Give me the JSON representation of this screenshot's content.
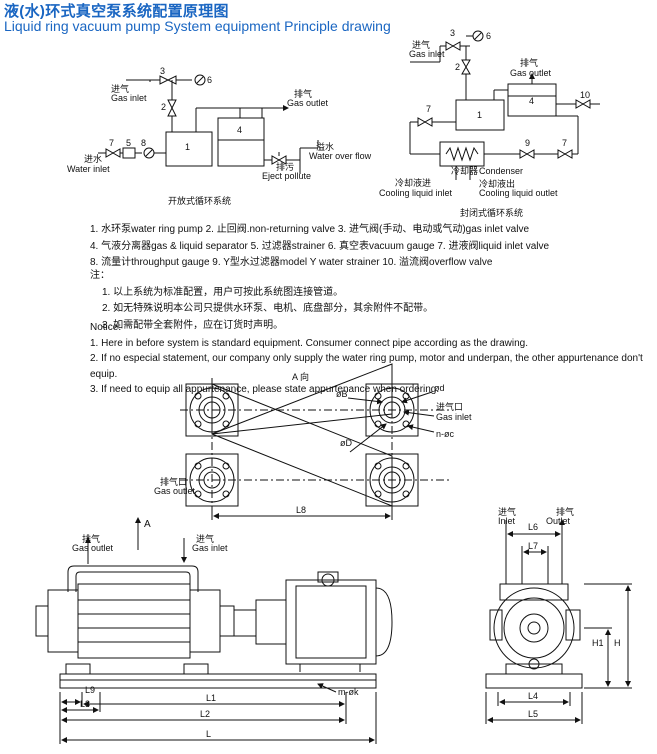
{
  "title": {
    "cn": "液(水)环式真空泵系统配置原理图",
    "en": "Liquid ring vacuum pump System equipment Principle drawing"
  },
  "open_system": {
    "caption": "开放式循环系统",
    "gas_inlet_cn": "进气",
    "gas_inlet_en": "Gas inlet",
    "gas_outlet_cn": "排气",
    "gas_outlet_en": "Gas outlet",
    "water_inlet_cn": "进水",
    "water_inlet_en": "Water inlet",
    "overflow_cn": "溢水",
    "overflow_en": "Water over flow",
    "eject_cn": "排污",
    "eject_en": "Eject pollute",
    "nums": [
      "1",
      "2",
      "3",
      "4",
      "5",
      "6",
      "7",
      "8"
    ]
  },
  "closed_system": {
    "caption": "封闭式循环系统",
    "gas_inlet_cn": "进气",
    "gas_inlet_en": "Gas inlet",
    "gas_outlet_cn": "排气",
    "gas_outlet_en": "Gas outlet",
    "cool_in_cn": "冷却液进",
    "cool_in_en": "Cooling liquid inlet",
    "cooler_cn": "冷却器",
    "condenser_en": "Condenser",
    "cool_out_cn": "冷却液出",
    "cool_out_en": "Cooling liquid outlet",
    "nums": [
      "1",
      "2",
      "3",
      "4",
      "6",
      "7",
      "7",
      "9",
      "10"
    ]
  },
  "legend": {
    "line1": "1. 水环泵water ring pump   2. 止回阀.non-returning valve   3. 进气阀(手动、电动或气动)gas inlet valve",
    "line2": "4. 气液分离器gas & liquid separator    5. 过滤器strainer    6. 真空表vacuum gauge    7. 进液阀liquid inlet valve",
    "line3": "8. 流量计throughput gauge    9. Y型水过滤器model Y water strainer   10. 溢流阀overflow valve"
  },
  "notes_cn": {
    "heading": "注：",
    "n1": "1. 以上系统为标准配置，用户可按此系统图连接管道。",
    "n2": "2. 如无特殊说明本公司只提供水环泵、电机、底盘部分，其余附件不配带。",
    "n3": "3. 如需配带全套附件，应在订货时声明。"
  },
  "notice_en": {
    "heading": "Notice:",
    "n1": "1. Here in before system is standard equipment. Consumer connect pipe according as the drawing.",
    "n2": "2. If no especial statement, our company only supply the water ring pump, motor and underpan, the other appurtenance don't equip.",
    "n3": "3. If need to equip all appurtenance, please state appurtenance when ordering."
  },
  "flange_view": {
    "title": "A 向",
    "phiB": "øB",
    "phid": "ød",
    "phiD": "øD",
    "gas_inlet_cn": "进气口",
    "gas_inlet_en": "Gas inlet",
    "gas_outlet_cn": "排气口",
    "gas_outlet_en": "Gas outlet",
    "n_phic": "n-øc",
    "L8": "L8"
  },
  "side_view": {
    "arrow": "A",
    "gas_outlet_cn": "排气",
    "gas_outlet_en": "Gas outlet",
    "gas_inlet_cn": "进气",
    "gas_inlet_en": "Gas inlet",
    "L9": "L9",
    "L3": "L3",
    "L1": "L1",
    "L2": "L2",
    "L": "L",
    "m_phik": "m-øk"
  },
  "end_view": {
    "inlet_cn": "进气",
    "inlet_en": "Inlet",
    "outlet_cn": "排气",
    "outlet_en": "Outlet",
    "L6": "L6",
    "L7": "L7",
    "L4": "L4",
    "L5": "L5",
    "H": "H",
    "H1": "H1"
  }
}
